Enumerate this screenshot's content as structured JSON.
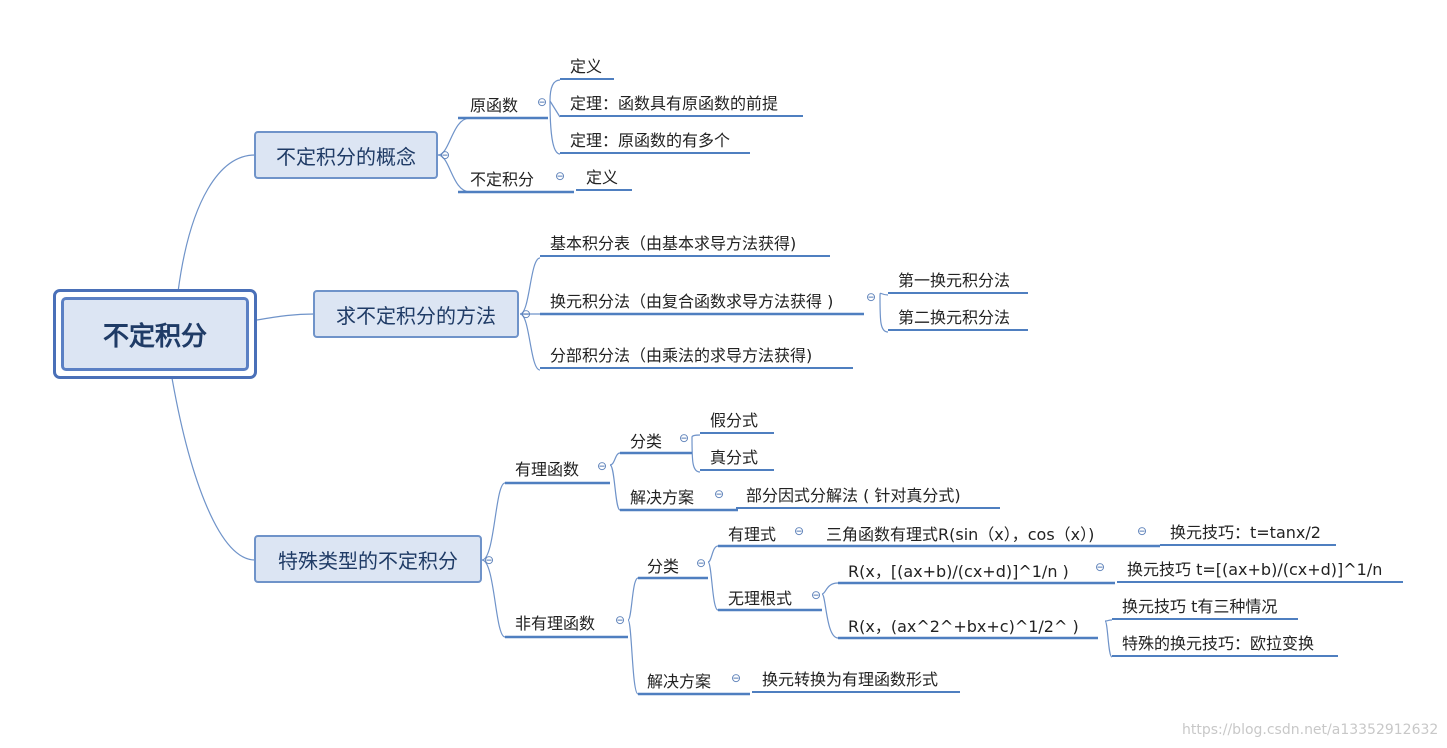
{
  "root": {
    "label": "不定积分"
  },
  "branch1": {
    "label": "不定积分的概念",
    "yuanhanshu": "原函数",
    "yuan_children": [
      "定义",
      "定理：函数具有原函数的前提",
      "定理：原函数的有多个"
    ],
    "budingjifen": "不定积分",
    "budingjifen_child": "定义"
  },
  "branch2": {
    "label": "求不定积分的方法",
    "items": [
      "基本积分表（由基本求导方法获得)",
      "换元积分法（由复合函数求导方法获得 )",
      "分部积分法（由乘法的求导方法获得)"
    ],
    "huanyuan_children": [
      "第一换元积分法",
      "第二换元积分法"
    ]
  },
  "branch3": {
    "label": "特殊类型的不定积分",
    "youli": {
      "label": "有理函数",
      "fenlei": "分类",
      "fenlei_children": [
        "假分式",
        "真分式"
      ],
      "jiejue": "解决方案",
      "jiejue_child": "部分因式分解法 ( 针对真分式)"
    },
    "feiyouli": {
      "label": "非有理函数",
      "fenlei": "分类",
      "youlishi": "有理式",
      "sanjiao": "三角函数有理式R(sin（x），cos（x）)",
      "sanjiao_tip": "换元技巧：t=tanx/2",
      "wuli": "无理根式",
      "r1": "R(x，[(ax+b)/(cx+d)]^1/n )",
      "r1_tip": "换元技巧 t=[(ax+b)/(cx+d)]^1/n",
      "r2": "R(x，(ax^2^+bx+c)^1/2^ )",
      "r2_tips": [
        "换元技巧 t有三种情况",
        "特殊的换元技巧：欧拉变换"
      ],
      "jiejue": "解决方案",
      "jiejue_child": "换元转换为有理函数形式"
    }
  },
  "toggle_symbol": "⊖",
  "watermark": "https://blog.csdn.net/a13352912632",
  "colors": {
    "line": "#4f7fc0",
    "node_fill": "#dce5f3",
    "node_border": "#6f93c9",
    "root_border": "#4a70b8"
  }
}
